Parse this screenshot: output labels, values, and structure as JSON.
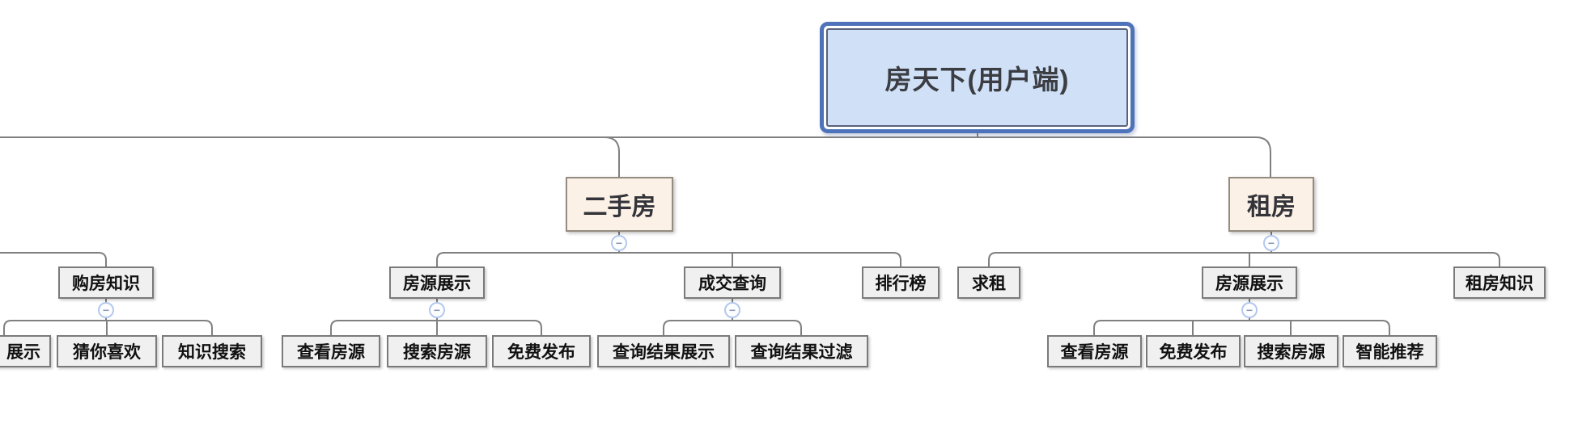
{
  "mindmap": {
    "tool_hint": "feature-tree diagram",
    "nodes": {
      "root": {
        "label": "房天下(用户端)"
      },
      "secondhand": {
        "label": "二手房"
      },
      "rent": {
        "label": "租房"
      },
      "buy_knowledge": {
        "label": "购房知识"
      },
      "listing_display_sh": {
        "label": "房源展示"
      },
      "deal_query": {
        "label": "成交查询"
      },
      "ranking": {
        "label": "排行榜"
      },
      "seek_rent": {
        "label": "求租"
      },
      "listing_display_rent": {
        "label": "房源展示"
      },
      "rent_knowledge": {
        "label": "租房知识"
      },
      "display_partial": {
        "label": "展示"
      },
      "guess_you_like": {
        "label": "猜你喜欢"
      },
      "knowledge_search": {
        "label": "知识搜索"
      },
      "view_listing_sh": {
        "label": "查看房源"
      },
      "search_listing_sh": {
        "label": "搜索房源"
      },
      "free_publish_sh": {
        "label": "免费发布"
      },
      "query_result_display": {
        "label": "查询结果展示"
      },
      "query_result_filter": {
        "label": "查询结果过滤"
      },
      "view_listing_rent": {
        "label": "查看房源"
      },
      "free_publish_rent": {
        "label": "免费发布"
      },
      "search_listing_rent": {
        "label": "搜索房源"
      },
      "smart_recommend": {
        "label": "智能推荐"
      }
    },
    "icons": {
      "collapse_glyph": "−"
    },
    "colors": {
      "root_fill": "#cfe0f7",
      "root_border": "#4e73ba",
      "branch_fill": "#fcf1e6",
      "branch_border": "#958c81",
      "topic_fill": "#f0f0f0",
      "topic_border": "#7a7a7a",
      "connector_line": "#808080",
      "collapse_ring": "#b3c8ee"
    }
  }
}
